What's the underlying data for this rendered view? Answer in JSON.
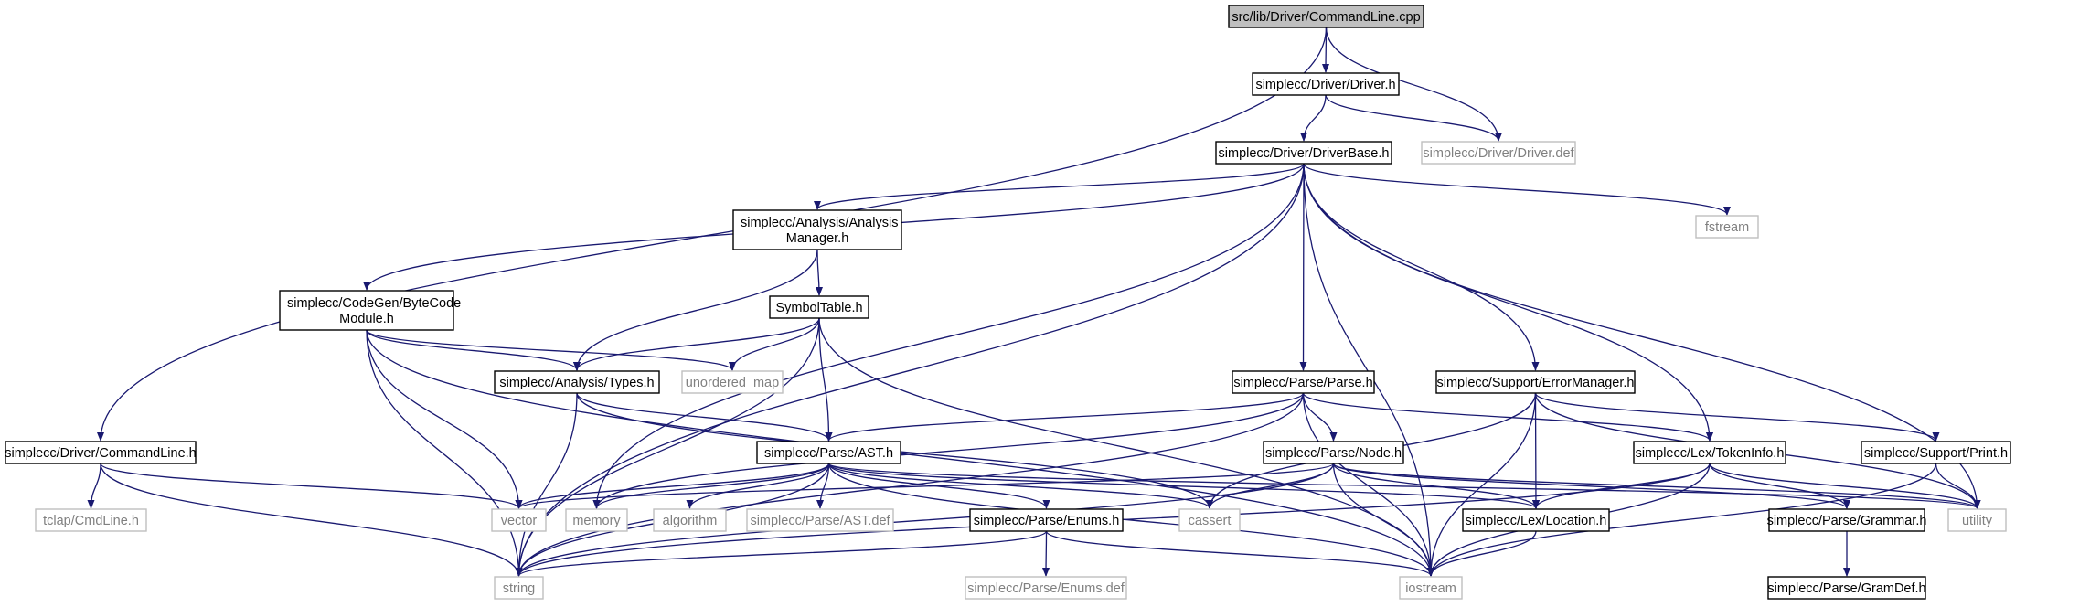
{
  "colors": {
    "background": "#ffffff",
    "root_fill": "#bfbfbf",
    "node_border": "#000000",
    "external_border": "#bfbfbf",
    "external_text": "#808080",
    "edge": "#191970"
  },
  "nodes": [
    {
      "id": "cmdline_cpp",
      "lines": [
        "src/lib/Driver/CommandLine.cpp"
      ],
      "kind": "root"
    },
    {
      "id": "driver_h",
      "lines": [
        "simplecc/Driver/Driver.h"
      ],
      "kind": "local"
    },
    {
      "id": "driver_def",
      "lines": [
        "simplecc/Driver/Driver.def"
      ],
      "kind": "external"
    },
    {
      "id": "driverbase_h",
      "lines": [
        "simplecc/Driver/DriverBase.h"
      ],
      "kind": "local"
    },
    {
      "id": "analysis_manager_h",
      "lines": [
        "simplecc/Analysis/Analysis",
        "Manager.h"
      ],
      "kind": "local"
    },
    {
      "id": "fstream",
      "lines": [
        "fstream"
      ],
      "kind": "external"
    },
    {
      "id": "bytecode_module_h",
      "lines": [
        "simplecc/CodeGen/ByteCode",
        "Module.h"
      ],
      "kind": "local"
    },
    {
      "id": "symboltable_h",
      "lines": [
        "SymbolTable.h"
      ],
      "kind": "local"
    },
    {
      "id": "unordered_map",
      "lines": [
        "unordered_map"
      ],
      "kind": "external"
    },
    {
      "id": "types_h",
      "lines": [
        "simplecc/Analysis/Types.h"
      ],
      "kind": "local"
    },
    {
      "id": "parse_h",
      "lines": [
        "simplecc/Parse/Parse.h"
      ],
      "kind": "local"
    },
    {
      "id": "errormanager_h",
      "lines": [
        "simplecc/Support/ErrorManager.h"
      ],
      "kind": "local"
    },
    {
      "id": "commandline_h",
      "lines": [
        "simplecc/Driver/CommandLine.h"
      ],
      "kind": "local"
    },
    {
      "id": "ast_h",
      "lines": [
        "simplecc/Parse/AST.h"
      ],
      "kind": "local"
    },
    {
      "id": "node_h",
      "lines": [
        "simplecc/Parse/Node.h"
      ],
      "kind": "local"
    },
    {
      "id": "tokeninfo_h",
      "lines": [
        "simplecc/Lex/TokenInfo.h"
      ],
      "kind": "local"
    },
    {
      "id": "print_h",
      "lines": [
        "simplecc/Support/Print.h"
      ],
      "kind": "local"
    },
    {
      "id": "tclap_h",
      "lines": [
        "tclap/CmdLine.h"
      ],
      "kind": "external"
    },
    {
      "id": "vector",
      "lines": [
        "vector"
      ],
      "kind": "external"
    },
    {
      "id": "memory",
      "lines": [
        "memory"
      ],
      "kind": "external"
    },
    {
      "id": "algorithm",
      "lines": [
        "algorithm"
      ],
      "kind": "external"
    },
    {
      "id": "ast_def",
      "lines": [
        "simplecc/Parse/AST.def"
      ],
      "kind": "external"
    },
    {
      "id": "cassert",
      "lines": [
        "cassert"
      ],
      "kind": "external"
    },
    {
      "id": "location_h",
      "lines": [
        "simplecc/Lex/Location.h"
      ],
      "kind": "local"
    },
    {
      "id": "grammar_h",
      "lines": [
        "simplecc/Parse/Grammar.h"
      ],
      "kind": "local"
    },
    {
      "id": "utility",
      "lines": [
        "utility"
      ],
      "kind": "external"
    },
    {
      "id": "enums_h",
      "lines": [
        "simplecc/Parse/Enums.h"
      ],
      "kind": "local"
    },
    {
      "id": "string",
      "lines": [
        "string"
      ],
      "kind": "external"
    },
    {
      "id": "iostream",
      "lines": [
        "iostream"
      ],
      "kind": "external"
    },
    {
      "id": "enums_def",
      "lines": [
        "simplecc/Parse/Enums.def"
      ],
      "kind": "external"
    },
    {
      "id": "gramdef_h",
      "lines": [
        "simplecc/Parse/GramDef.h"
      ],
      "kind": "local"
    }
  ],
  "edges": [
    [
      "cmdline_cpp",
      "driver_h"
    ],
    [
      "cmdline_cpp",
      "driver_def"
    ],
    [
      "cmdline_cpp",
      "commandline_h"
    ],
    [
      "driver_h",
      "driverbase_h"
    ],
    [
      "driver_h",
      "driver_def"
    ],
    [
      "driverbase_h",
      "analysis_manager_h"
    ],
    [
      "driverbase_h",
      "fstream"
    ],
    [
      "driverbase_h",
      "bytecode_module_h"
    ],
    [
      "driverbase_h",
      "parse_h"
    ],
    [
      "driverbase_h",
      "errormanager_h"
    ],
    [
      "driverbase_h",
      "tokeninfo_h"
    ],
    [
      "driverbase_h",
      "memory"
    ],
    [
      "driverbase_h",
      "string"
    ],
    [
      "driverbase_h",
      "utility"
    ],
    [
      "driverbase_h",
      "iostream"
    ],
    [
      "analysis_manager_h",
      "symboltable_h"
    ],
    [
      "analysis_manager_h",
      "types_h"
    ],
    [
      "bytecode_module_h",
      "types_h"
    ],
    [
      "bytecode_module_h",
      "unordered_map"
    ],
    [
      "bytecode_module_h",
      "vector"
    ],
    [
      "bytecode_module_h",
      "string"
    ],
    [
      "bytecode_module_h",
      "iostream"
    ],
    [
      "symboltable_h",
      "types_h"
    ],
    [
      "symboltable_h",
      "unordered_map"
    ],
    [
      "symboltable_h",
      "ast_h"
    ],
    [
      "symboltable_h",
      "string"
    ],
    [
      "symboltable_h",
      "iostream"
    ],
    [
      "types_h",
      "ast_h"
    ],
    [
      "types_h",
      "string"
    ],
    [
      "types_h",
      "cassert"
    ],
    [
      "parse_h",
      "ast_h"
    ],
    [
      "parse_h",
      "node_h"
    ],
    [
      "parse_h",
      "tokeninfo_h"
    ],
    [
      "parse_h",
      "string"
    ],
    [
      "parse_h",
      "iostream"
    ],
    [
      "parse_h",
      "memory"
    ],
    [
      "errormanager_h",
      "location_h"
    ],
    [
      "errormanager_h",
      "print_h"
    ],
    [
      "errormanager_h",
      "cassert"
    ],
    [
      "errormanager_h",
      "utility"
    ],
    [
      "errormanager_h",
      "iostream"
    ],
    [
      "commandline_h",
      "tclap_h"
    ],
    [
      "commandline_h",
      "vector"
    ],
    [
      "commandline_h",
      "string"
    ],
    [
      "ast_h",
      "vector"
    ],
    [
      "ast_h",
      "memory"
    ],
    [
      "ast_h",
      "algorithm"
    ],
    [
      "ast_h",
      "ast_def"
    ],
    [
      "ast_h",
      "cassert"
    ],
    [
      "ast_h",
      "location_h"
    ],
    [
      "ast_h",
      "utility"
    ],
    [
      "ast_h",
      "enums_h"
    ],
    [
      "ast_h",
      "string"
    ],
    [
      "ast_h",
      "iostream"
    ],
    [
      "node_h",
      "vector"
    ],
    [
      "node_h",
      "cassert"
    ],
    [
      "node_h",
      "location_h"
    ],
    [
      "node_h",
      "grammar_h"
    ],
    [
      "node_h",
      "utility"
    ],
    [
      "node_h",
      "string"
    ],
    [
      "node_h",
      "iostream"
    ],
    [
      "tokeninfo_h",
      "location_h"
    ],
    [
      "tokeninfo_h",
      "grammar_h"
    ],
    [
      "tokeninfo_h",
      "utility"
    ],
    [
      "tokeninfo_h",
      "string"
    ],
    [
      "tokeninfo_h",
      "iostream"
    ],
    [
      "print_h",
      "utility"
    ],
    [
      "print_h",
      "iostream"
    ],
    [
      "location_h",
      "iostream"
    ],
    [
      "grammar_h",
      "gramdef_h"
    ],
    [
      "enums_h",
      "enums_def"
    ],
    [
      "enums_h",
      "string"
    ],
    [
      "enums_h",
      "iostream"
    ]
  ]
}
